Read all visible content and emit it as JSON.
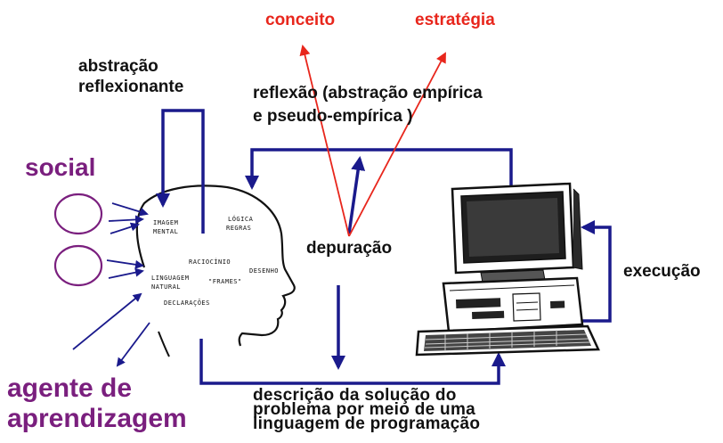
{
  "labels": {
    "conceito": "conceito",
    "estrategia": "estratégia",
    "abstracao_line1": "abstração",
    "abstracao_line2": "reflexionante",
    "reflexao_line1": "reflexão  (abstração empírica",
    "reflexao_line2": "e pseudo-empírica )",
    "social": "social",
    "depuracao": "depuração",
    "execucao": "execução",
    "agente_line1": "agente  de",
    "agente_line2": "aprendizagem",
    "descricao_line1": "descrição da solução do",
    "descricao_line2": "problema por meio de uma",
    "descricao_line3": "linguagem de programação"
  },
  "head_labels": {
    "imagem1": "IMAGEM",
    "imagem2": "MENTAL",
    "logica1": "LÓGICA",
    "logica2": "REGRAS",
    "raciocinio": "RACIOCÍNIO",
    "linguagem1": "LINGUAGEM",
    "linguagem2": "NATURAL",
    "frames": "\"FRAMES\"",
    "desenho": "DESENHO",
    "declaracoes": "DECLARAÇÕES"
  },
  "colors": {
    "navy": "#1a1a8c",
    "red": "#e8261c",
    "purple": "#7a1f7e",
    "text": "#111111"
  }
}
